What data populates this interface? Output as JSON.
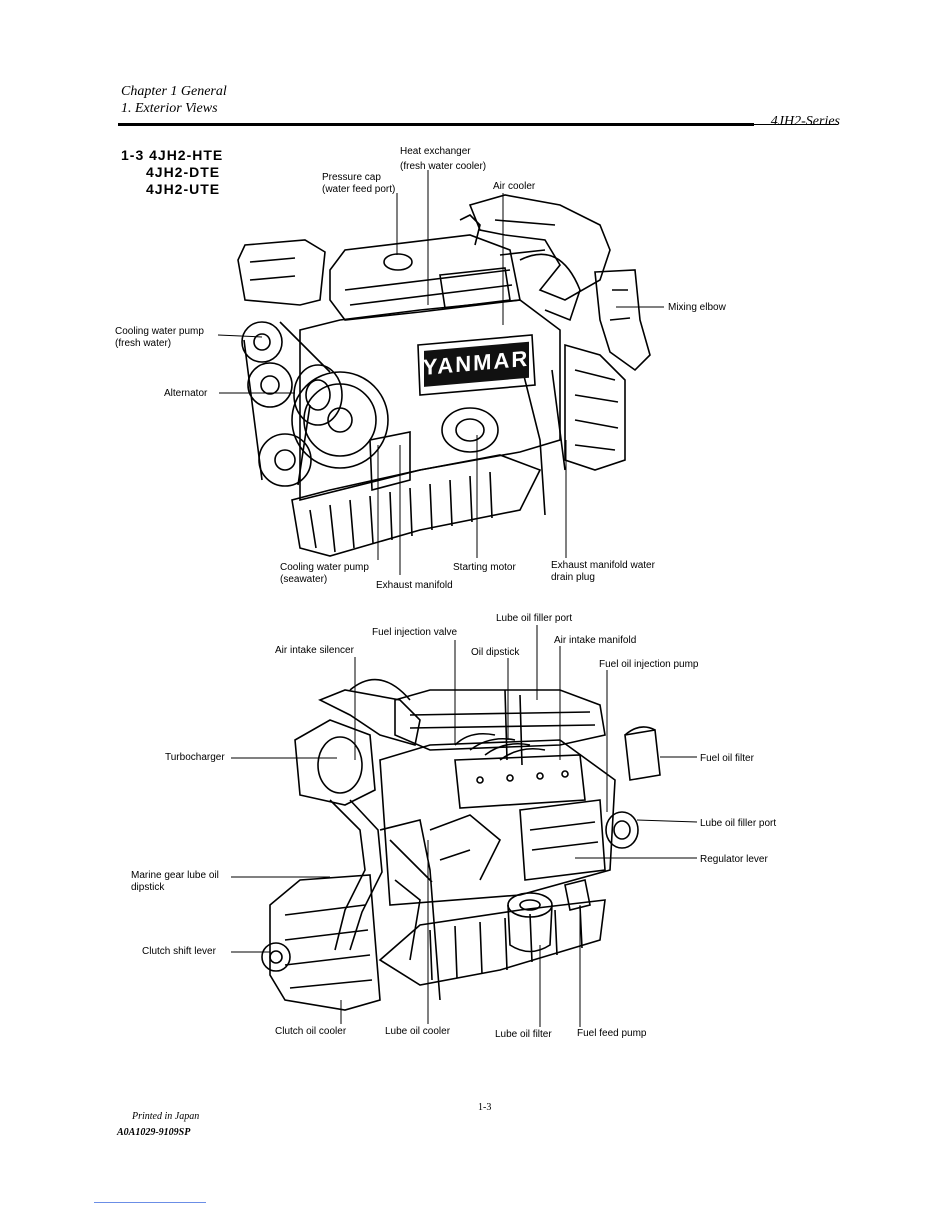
{
  "header": {
    "chapter": "Chapter 1 General",
    "section": "1. Exterior Views",
    "series": "4JH2-Series"
  },
  "section_title": {
    "number": "1-3",
    "models": [
      "4JH2-HTE",
      "4JH2-DTE",
      "4JH2-UTE"
    ]
  },
  "figure1": {
    "brand": "YANMAR",
    "labels": {
      "heat_exchanger": [
        "Heat exchanger",
        "(fresh water cooler)"
      ],
      "pressure_cap": [
        "Pressure cap",
        "(water feed port)"
      ],
      "air_cooler": [
        "Air cooler"
      ],
      "mixing_elbow": [
        "Mixing elbow"
      ],
      "cooling_water_pump_fresh": [
        "Cooling water pump",
        "(fresh water)"
      ],
      "alternator": [
        "Alternator"
      ],
      "cooling_water_pump_sea": [
        "Cooling water pump",
        "(seawater)"
      ],
      "exhaust_manifold": [
        "Exhaust manifold"
      ],
      "starting_motor": [
        "Starting motor"
      ],
      "exhaust_drain_plug": [
        "Exhaust manifold water",
        "drain plug"
      ]
    }
  },
  "figure2": {
    "labels": {
      "lube_oil_filler_top": [
        "Lube oil filler port"
      ],
      "fuel_injection_valve": [
        "Fuel injection valve"
      ],
      "air_intake_manifold": [
        "Air intake manifold"
      ],
      "air_intake_silencer": [
        "Air intake silencer"
      ],
      "oil_dipstick": [
        "Oil dipstick"
      ],
      "fuel_injection_pump": [
        "Fuel oil injection pump"
      ],
      "turbocharger": [
        "Turbocharger"
      ],
      "fuel_oil_filter": [
        "Fuel oil filter"
      ],
      "lube_oil_filler_side": [
        "Lube oil filler port"
      ],
      "regulator_lever": [
        "Regulator lever"
      ],
      "marine_gear_dipstick": [
        "Marine gear lube oil",
        "dipstick"
      ],
      "clutch_shift_lever": [
        "Clutch shift lever"
      ],
      "clutch_oil_cooler": [
        "Clutch oil cooler"
      ],
      "lube_oil_cooler": [
        "Lube oil cooler"
      ],
      "lube_oil_filter": [
        "Lube oil filter"
      ],
      "fuel_feed_pump": [
        "Fuel feed pump"
      ]
    }
  },
  "footer": {
    "printed": "Printed in Japan",
    "code": "A0A1029-9109SP",
    "page": "1-3"
  }
}
